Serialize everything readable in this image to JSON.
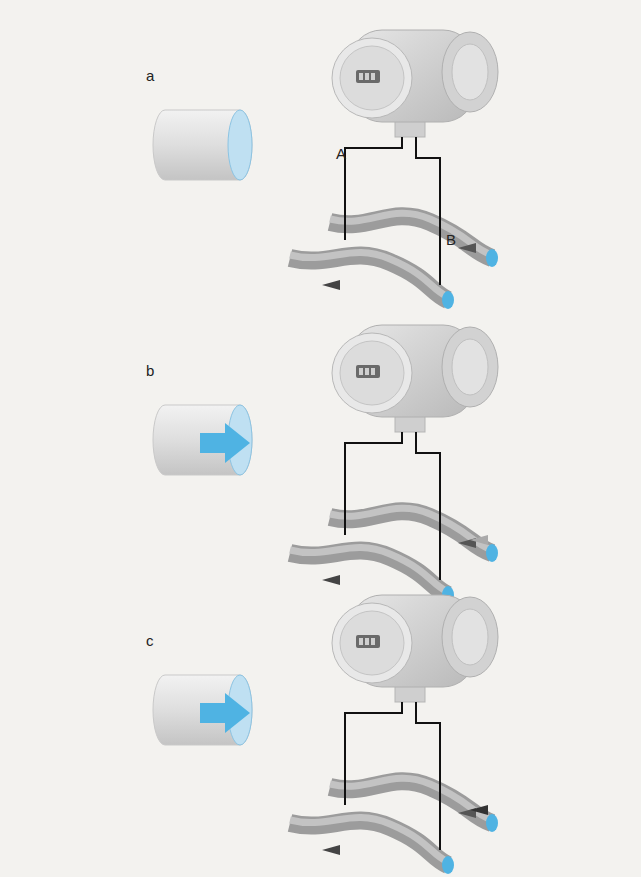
{
  "diagram": {
    "labels": [
      "a",
      "A",
      "B",
      "b",
      "c"
    ]
  }
}
